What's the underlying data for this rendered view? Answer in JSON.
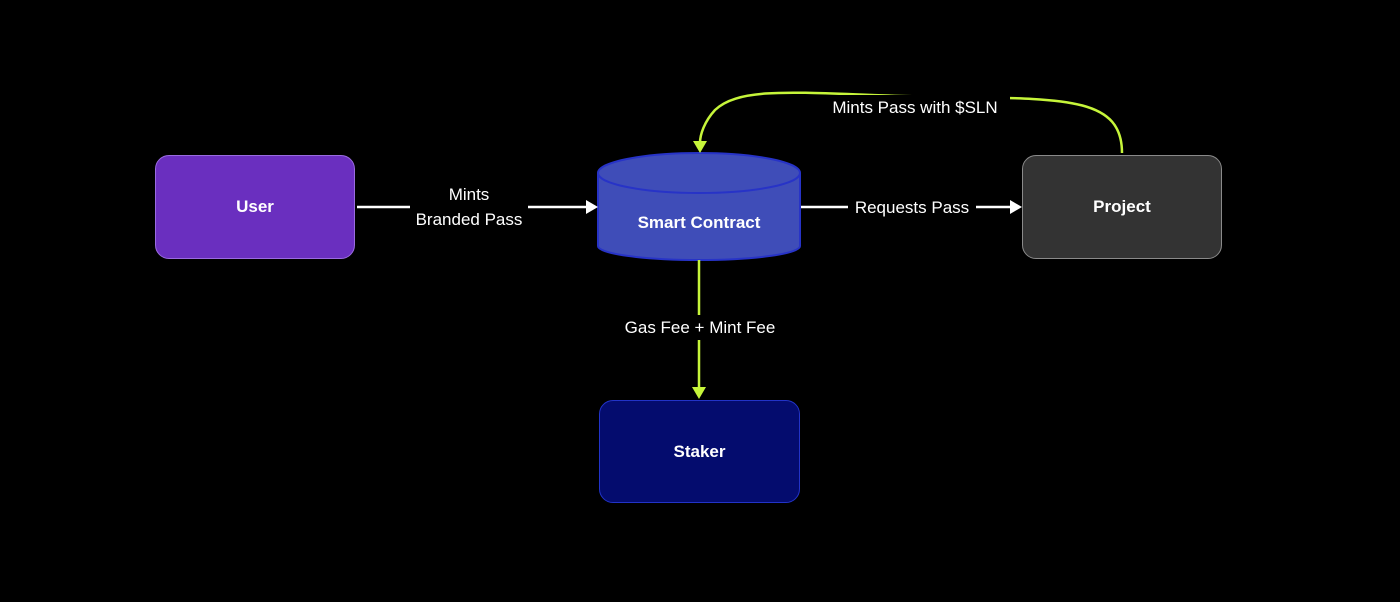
{
  "nodes": {
    "user": "User",
    "smart_contract": "Smart Contract",
    "project": "Project",
    "staker": "Staker"
  },
  "edges": {
    "user_to_contract": [
      "Mints",
      "Branded Pass"
    ],
    "contract_to_project": "Requests Pass",
    "project_to_contract": "Mints Pass with $SLN",
    "contract_to_staker": "Gas Fee + Mint Fee"
  },
  "colors": {
    "background": "#000000",
    "user_fill": "#6a2fbf",
    "project_fill": "#333333",
    "staker_fill": "#040c6e",
    "contract_fill": "#3f4db8",
    "white_arrow": "#ffffff",
    "green_arrow": "#c6f53a"
  }
}
